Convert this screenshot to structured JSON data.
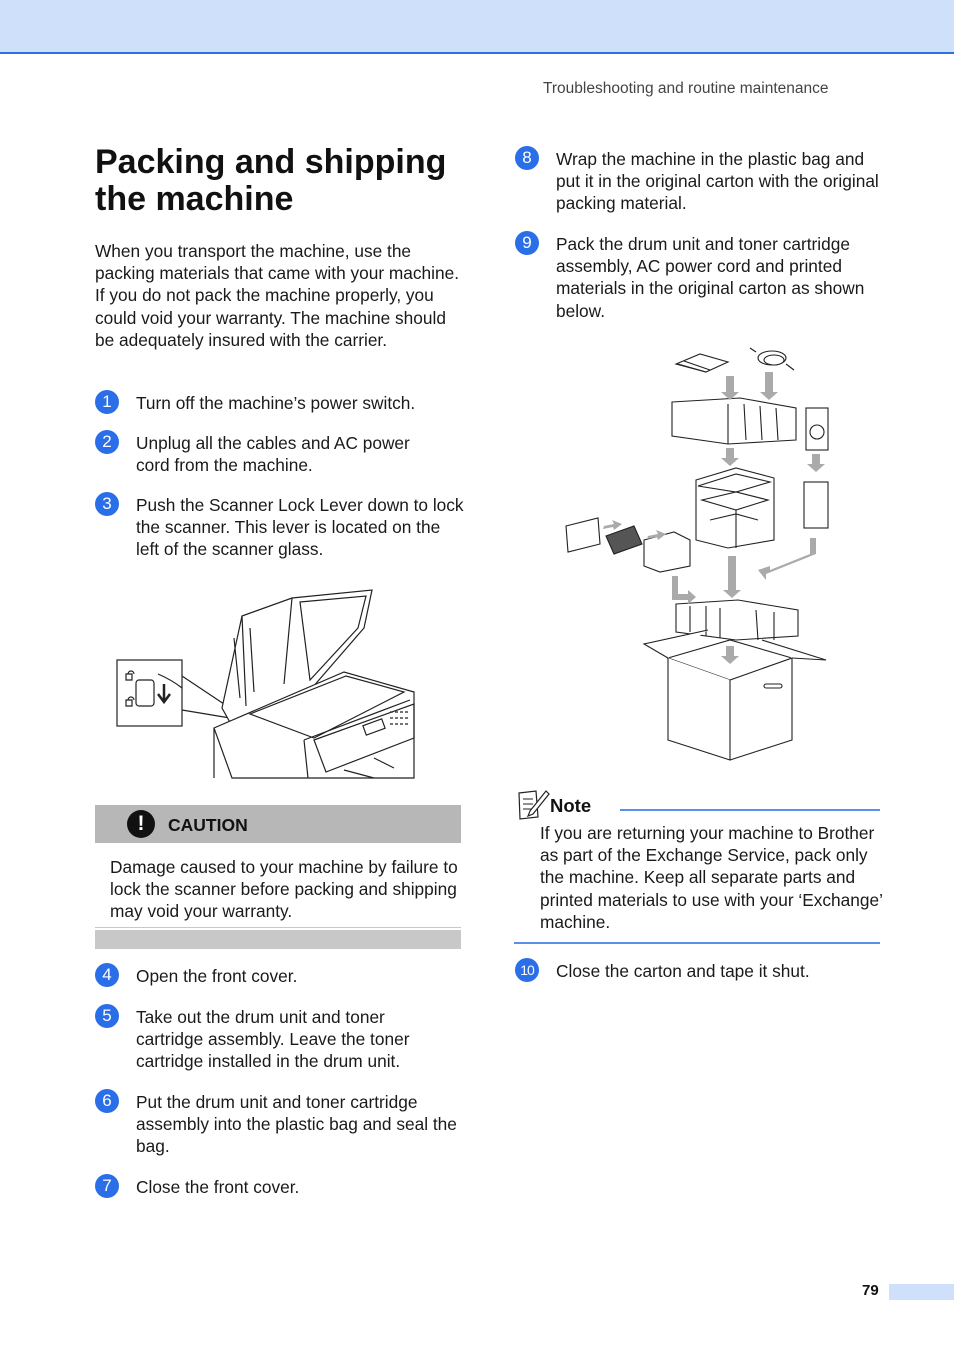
{
  "header": {
    "running_head": "Troubleshooting and routine maintenance"
  },
  "section": {
    "title": "Packing and shipping the machine",
    "intro": "When you transport the machine, use the packing materials that came with your machine. If you do not pack the machine properly, you could void your warranty. The machine should be adequately insured with the carrier."
  },
  "steps": [
    {
      "number": "1",
      "text": "Turn off the machine’s power switch."
    },
    {
      "number": "2",
      "text": "Unplug all the cables and AC power cord from the machine."
    },
    {
      "number": "3",
      "text": "Push the Scanner Lock Lever down to lock the scanner. This lever is located on the left of the scanner glass."
    },
    {
      "number": "4",
      "text": "Open the front cover."
    },
    {
      "number": "5",
      "text": "Take out the drum unit and toner cartridge assembly. Leave the toner cartridge installed in the drum unit."
    },
    {
      "number": "6",
      "text": "Put the drum unit and toner cartridge assembly into the plastic bag and seal the bag."
    },
    {
      "number": "7",
      "text": "Close the front cover."
    },
    {
      "number": "8",
      "text": "Wrap the machine in the plastic bag and put it in the original carton with the original packing material."
    },
    {
      "number": "9",
      "text": "Pack the drum unit and toner cartridge assembly, AC power cord and printed materials in the original carton as shown below."
    },
    {
      "number": "10",
      "text": "Close the carton and tape it shut."
    }
  ],
  "caution": {
    "label": "CAUTION",
    "icon": "exclamation-icon",
    "text": "Damage caused to your machine by failure to lock the scanner before packing and shipping may void your warranty."
  },
  "note": {
    "label": "Note",
    "icon": "note-pencil-icon",
    "text": "If you are returning your machine to Brother as part of the Exchange Service, pack only the machine. Keep all separate parts and printed materials to use with your ‘Exchange’ machine."
  },
  "footer": {
    "page_number": "79"
  },
  "colors": {
    "accent": "#2a6ee8",
    "band": "#cfe0fb",
    "caution_bar": "#b7b7b7"
  }
}
